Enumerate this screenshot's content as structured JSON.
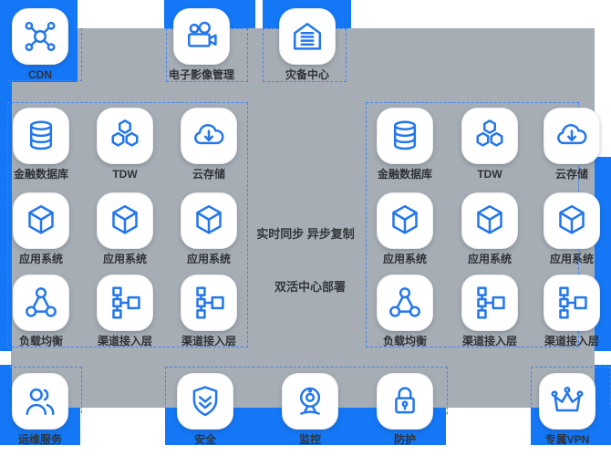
{
  "colors": {
    "band_blue": "#1377f6",
    "panel_gray": "#a6adb4",
    "icon_blue": "#2377ea",
    "dashed_border_blue": "#3d87f5",
    "label_text": "#2f3338"
  },
  "top_nodes": [
    {
      "label": "CDN",
      "icon": "cdn-network-icon"
    },
    {
      "label": "电子影像管理",
      "icon": "video-camera-icon"
    },
    {
      "label": "灾备中心",
      "icon": "warehouse-icon"
    }
  ],
  "left_datacenter_nodes": [
    {
      "label": "金融数据库",
      "icon": "database-icon"
    },
    {
      "label": "TDW",
      "icon": "hexagons-icon"
    },
    {
      "label": "云存储",
      "icon": "cloud-download-icon"
    },
    {
      "label": "应用系统",
      "icon": "cube-icon"
    },
    {
      "label": "应用系统",
      "icon": "cube-icon"
    },
    {
      "label": "应用系统",
      "icon": "cube-icon"
    },
    {
      "label": "负载均衡",
      "icon": "node-triangle-icon"
    },
    {
      "label": "渠道接入层",
      "icon": "flow-tree-icon"
    },
    {
      "label": "渠道接入层",
      "icon": "flow-tree-icon"
    }
  ],
  "right_datacenter_nodes": [
    {
      "label": "金融数据库",
      "icon": "database-icon"
    },
    {
      "label": "TDW",
      "icon": "hexagons-icon"
    },
    {
      "label": "云存储",
      "icon": "cloud-download-icon"
    },
    {
      "label": "应用系统",
      "icon": "cube-icon"
    },
    {
      "label": "应用系统",
      "icon": "cube-icon"
    },
    {
      "label": "应用系统",
      "icon": "cube-icon"
    },
    {
      "label": "负载均衡",
      "icon": "node-triangle-icon"
    },
    {
      "label": "渠道接入层",
      "icon": "flow-tree-icon"
    },
    {
      "label": "渠道接入层",
      "icon": "flow-tree-icon"
    }
  ],
  "center_annotations": {
    "sync_label": "实时同步 异步复制",
    "deploy_label": "双活中心部署"
  },
  "bottom_nodes": [
    {
      "label": "运维服务",
      "icon": "users-icon"
    },
    {
      "label": "安全",
      "icon": "shield-check-icon"
    },
    {
      "label": "监控",
      "icon": "webcam-icon"
    },
    {
      "label": "防护",
      "icon": "lock-icon"
    },
    {
      "label": "专属VPN",
      "icon": "crown-icon"
    }
  ]
}
